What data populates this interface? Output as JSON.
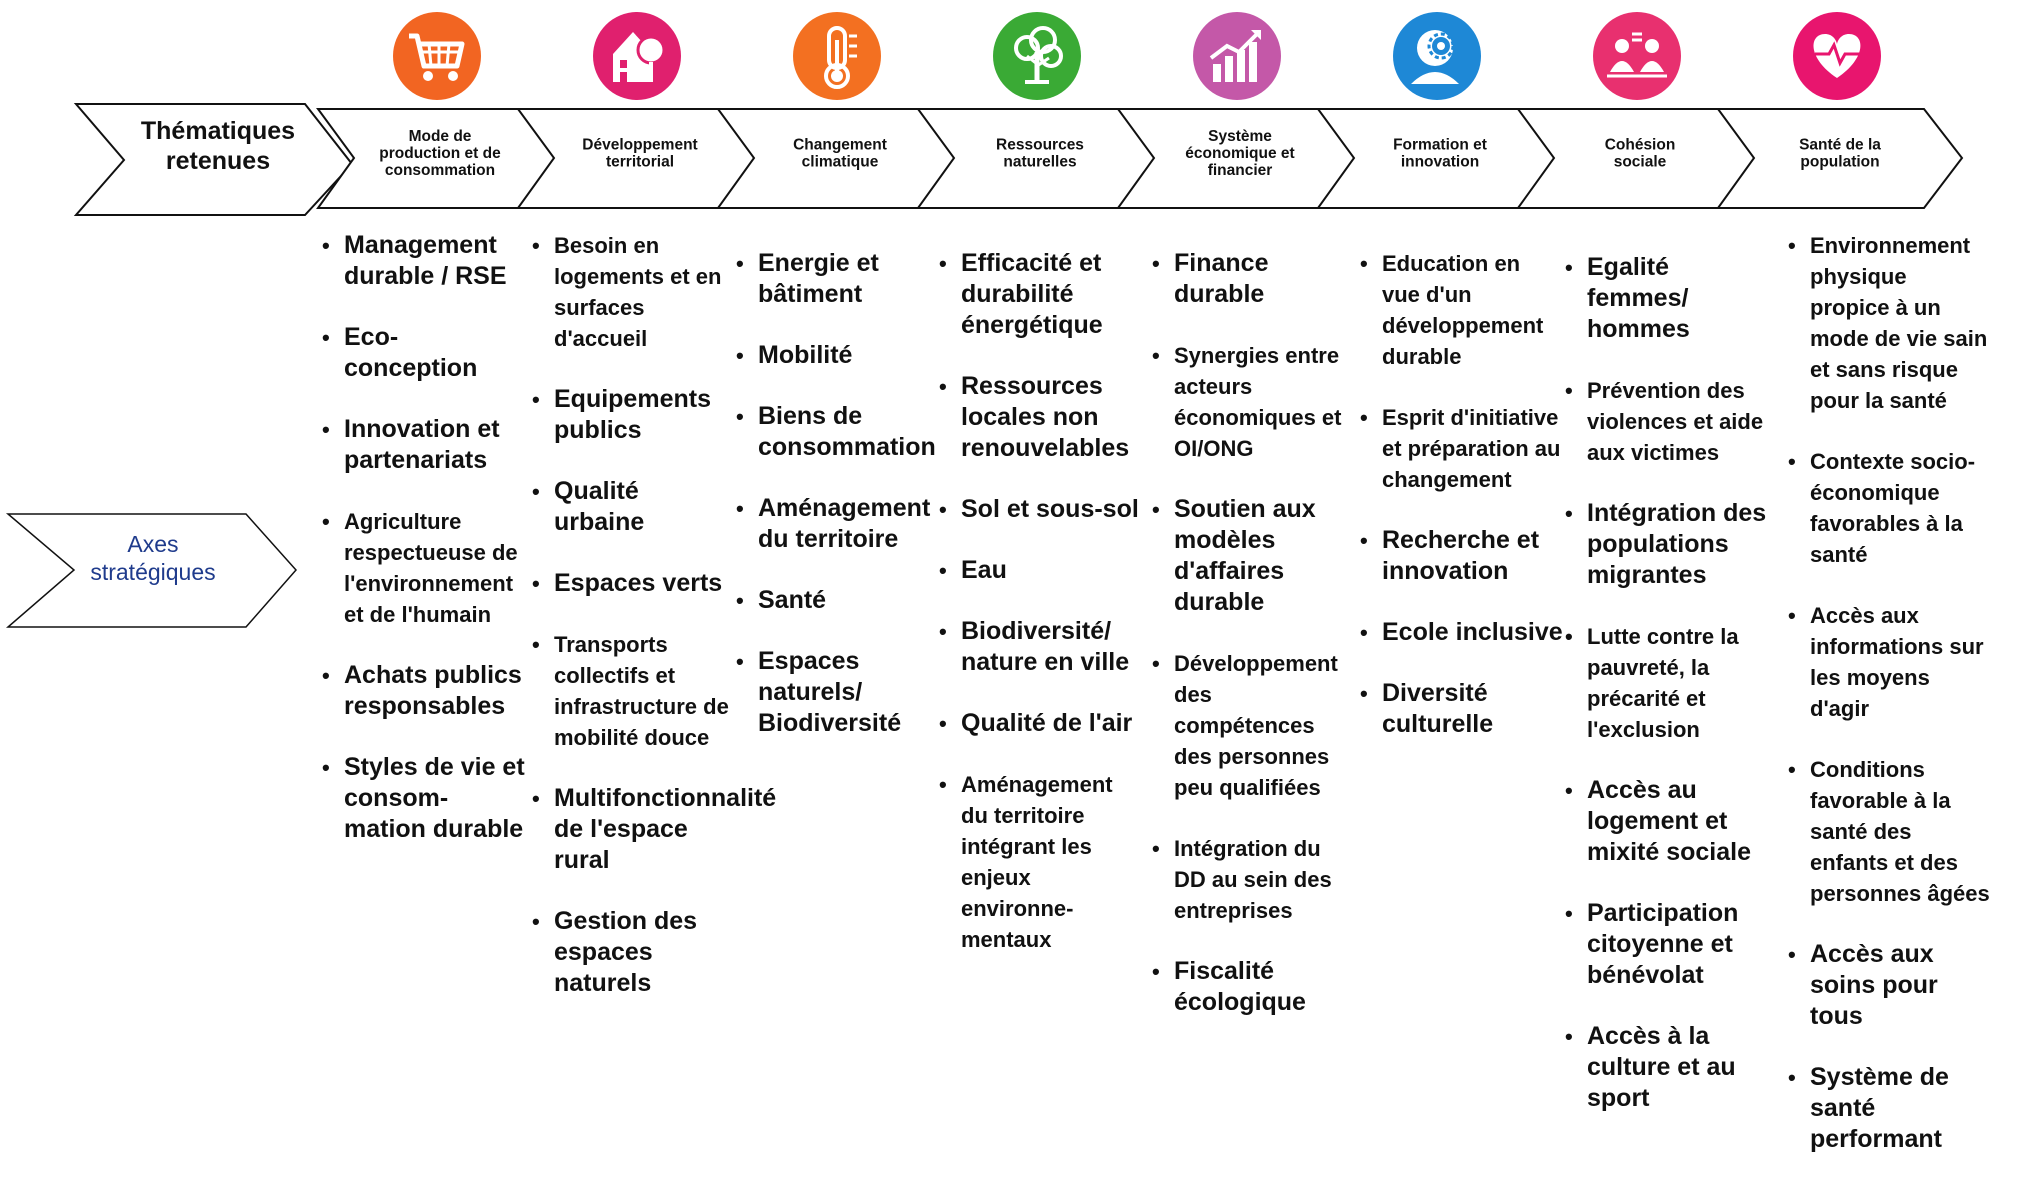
{
  "header": {
    "themes_label": "Thématiques\nretenues",
    "axes_label": "Axes\nstratégiques"
  },
  "colors": {
    "arrow_stroke": "#111111",
    "axes_text": "#1f3b8c",
    "text": "#111111"
  },
  "columns": [
    {
      "theme": "Mode de\nproduction et de\nconsommation",
      "icon": "shopping-cart-icon",
      "color": "#f26522",
      "items": [
        "Management durable / RSE",
        "Eco-conception",
        "Innovation et partenariats",
        "Agriculture respectueuse de l'environnement et de l'humain",
        "Achats publics responsables",
        "Styles de vie et consom-mation durable"
      ]
    },
    {
      "theme": "Développement\nterritorial",
      "icon": "house-tree-icon",
      "color": "#e0206e",
      "items": [
        "Besoin en logements et en surfaces d'accueil",
        "Equipements publics",
        "Qualité urbaine",
        "Espaces verts",
        "Transports collectifs et infrastructure de mobilité douce",
        "Multifonctionnalité de l'espace rural",
        "Gestion des espaces naturels"
      ]
    },
    {
      "theme": "Changement\nclimatique",
      "icon": "thermometer-icon",
      "color": "#f37021",
      "items": [
        "Energie et bâtiment",
        "Mobilité",
        "Biens de consommation",
        "Aménagement du territoire",
        "Santé",
        "Espaces naturels/ Biodiversité"
      ]
    },
    {
      "theme": "Ressources\nnaturelles",
      "icon": "tree-icon",
      "color": "#3aaa35",
      "items": [
        "Efficacité et durabilité énergétique",
        "Ressources locales non renouvelables",
        "Sol et sous-sol",
        "Eau",
        "Biodiversité/ nature en ville",
        "Qualité de l'air",
        "Aménagement du territoire intégrant les enjeux environne-mentaux"
      ]
    },
    {
      "theme": "Système\néconomique et\nfinancier",
      "icon": "growth-chart-icon",
      "color": "#c458a8",
      "items": [
        "Finance durable",
        "Synergies entre acteurs économiques et OI/ONG",
        "Soutien aux modèles d'affaires durable",
        "Développement des compétences des personnes peu qualifiées",
        "Intégration du DD au sein des entreprises",
        "Fiscalité écologique"
      ]
    },
    {
      "theme": "Formation et\ninnovation",
      "icon": "person-gear-icon",
      "color": "#1e88d6",
      "items": [
        "Education en vue d'un développement durable",
        "Esprit d'initiative et préparation au changement",
        "Recherche et innovation",
        "Ecole inclusive",
        "Diversité culturelle"
      ]
    },
    {
      "theme": "Cohésion\nsociale",
      "icon": "people-exchange-icon",
      "color": "#e8306f",
      "items": [
        "Egalité femmes/ hommes",
        "Prévention des violences et aide aux victimes",
        "Intégration des populations migrantes",
        "Lutte contre la pauvreté, la précarité et l'exclusion",
        "Accès au logement et mixité sociale",
        "Participation citoyenne et bénévolat",
        "Accès à la culture et au sport"
      ]
    },
    {
      "theme": "Santé de la\npopulation",
      "icon": "heart-pulse-icon",
      "color": "#e8156e",
      "items": [
        "Environnement physique propice à un mode de vie sain et sans risque pour la santé",
        "Contexte socio-économique favorables à la santé",
        "Accès aux informations sur les moyens d'agir",
        "Conditions favorable à la santé des enfants et des personnes âgées",
        "Accès aux soins pour tous",
        "Système de santé performant"
      ]
    }
  ]
}
